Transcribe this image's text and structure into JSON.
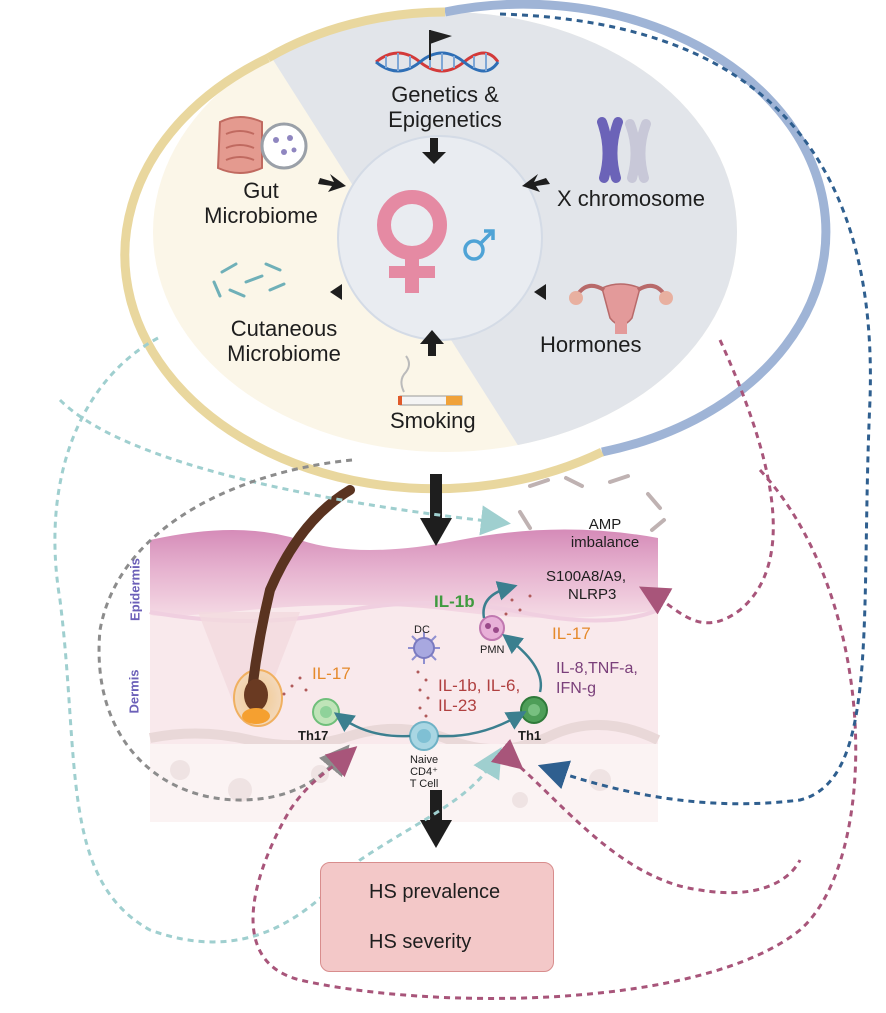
{
  "factors": {
    "genetics": "Genetics & Epigenetics",
    "x_chromosome": "X chromosome",
    "hormones": "Hormones",
    "smoking": "Smoking",
    "cutaneous_microbiome": "Cutaneous Microbiome",
    "gut_microbiome": "Gut Microbiome"
  },
  "skin": {
    "epidermis": "Epidermis",
    "dermis": "Dermis",
    "amp": "AMP imbalance",
    "s100": "S100A8/A9,",
    "nlrp3": "NLRP3",
    "il1b_green": "IL-1b",
    "il17_pmn": "IL-17",
    "pmn": "PMN",
    "dc": "DC",
    "il17_th17": "IL-17",
    "th17": "Th17",
    "th1": "Th1",
    "cytokines_a": "IL-1b, IL-6,",
    "cytokines_b": "IL-23",
    "th1_cytokines_a": "IL-8,TNF-a,",
    "th1_cytokines_b": "IFN-g",
    "naive_a": "Naive",
    "naive_b": "CD4⁺",
    "naive_c": "T Cell"
  },
  "outcomes": {
    "prevalence": "HS prevalence",
    "severity": "HS severity"
  },
  "colors": {
    "ring_left": "#e9d79e",
    "ring_right": "#9fb4d6",
    "fill_left": "#fbf6e8",
    "fill_right": "#e2e5ea",
    "teal_dash": "#9fcfcf",
    "grey_dash": "#8c8c8c",
    "magenta_dash": "#a8557a",
    "blue_dash": "#2f5f8f",
    "female_symbol": "#e58aa3",
    "male_symbol": "#4fa3d6",
    "outcome_box": "#f3c8c8",
    "arrow_up": "#c45a5a"
  }
}
